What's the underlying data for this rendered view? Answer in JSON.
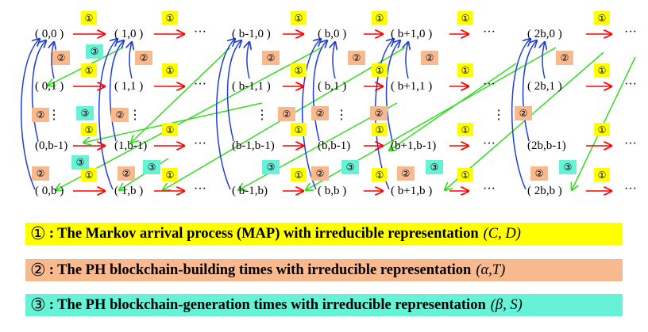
{
  "colors": {
    "yellow": "#ffff00",
    "orange": "#f9b98f",
    "cyan": "#66f2d6",
    "red_arrow": "#ff0000",
    "blue_arrow": "#1f3fd6",
    "green_arrow": "#33dd22"
  },
  "badges": {
    "one": "①",
    "two": "②",
    "three": "③"
  },
  "dots": {
    "horizontal": "···",
    "vertical": "⋮"
  },
  "rows": [
    {
      "labels": [
        "( 0,0 )",
        "( 1,0 )",
        "( b-1,0 )",
        "( b,0 )",
        "( b+1,0 )",
        "( 2b,0 )"
      ]
    },
    {
      "labels": [
        "( 0,1 )",
        "( 1,1 )",
        "( b-1,1 )",
        "( b,1 )",
        "( b+1,1 )",
        "( 2b,1 )"
      ]
    },
    {
      "labels": [
        "(0,b-1)",
        "(1,b-1)",
        "(b-1,b-1)",
        "(b,b-1)",
        "(b+1,b-1)",
        "(2b,b-1)"
      ]
    },
    {
      "labels": [
        "( 0,b )",
        "( 1,b )",
        "( b-1,b)",
        "( b,b )",
        "( b+1,b )",
        "( 2b,b )"
      ]
    }
  ],
  "legend": [
    {
      "symbol": "①",
      "text": ": The Markov arrival process (MAP) with irreducible representation",
      "math": "(C, D)",
      "color": "#ffff00"
    },
    {
      "symbol": "②",
      "text": ": The PH blockchain-building times with irreducible representation",
      "math": "(α,T)",
      "color": "#f9b98f"
    },
    {
      "symbol": "③",
      "text": ": The PH blockchain-generation times with irreducible representation",
      "math": "(β, S)",
      "color": "#66f2d6"
    }
  ]
}
